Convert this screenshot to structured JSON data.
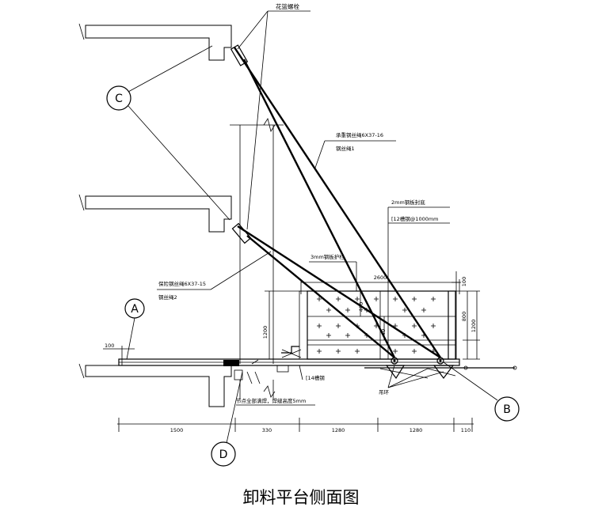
{
  "labels": {
    "turnbuckle": "花篮螺栓",
    "main_rope_line1": "承重钢丝绳6X37-16",
    "main_rope_line2": "钢丝绳1",
    "steel_sheet": "2mm钢板封底",
    "channel12": "[12槽钢@1000mm",
    "steel_fence": "3mm钢板护栏",
    "safety_rope_line1": "保险钢丝绳6X37-15",
    "safety_rope_line2": "钢丝绳2",
    "channel14": "[14槽钢",
    "weld_note": "节点全部满焊，焊缝高度5mm",
    "lifting_ring": "吊环",
    "top_dim": "2600",
    "dim_1200": "1200",
    "dim_100_top": "100",
    "dim_800": "800",
    "dim_1200_right": "1200",
    "dim_100_left": "100",
    "dim_400": "400",
    "dim_40": "40"
  },
  "callouts": {
    "a": "A",
    "b": "B",
    "c": "C",
    "d": "D"
  },
  "bottom_dims": [
    "1500",
    "330",
    "1280",
    "1280",
    "110"
  ],
  "title": "卸料平台侧面图"
}
